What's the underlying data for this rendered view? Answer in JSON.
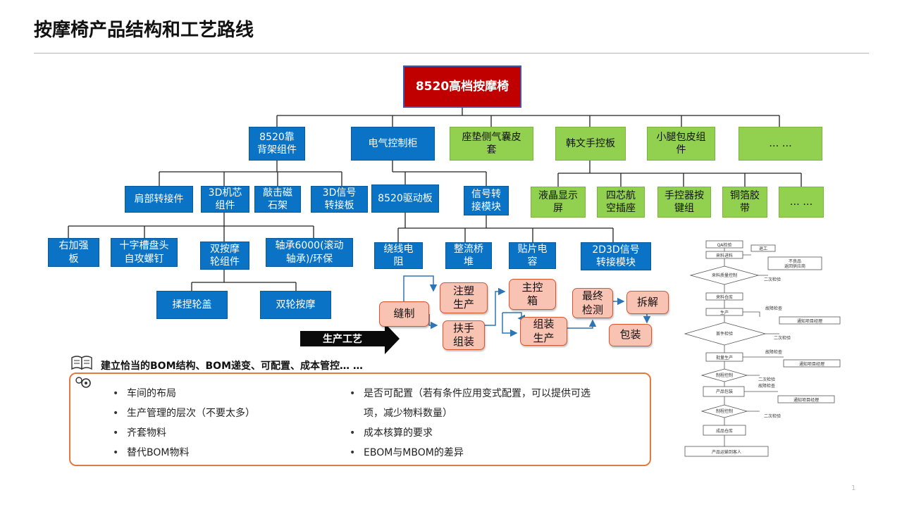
{
  "title": "按摩椅产品结构和工艺路线",
  "root": "8520高档按摩椅",
  "level1": {
    "backrest": "8520靠\n背架组件",
    "control_cabinet": "电气控制柜",
    "seat_airbag": "座垫侧气囊皮\n套",
    "remote": "韩文手控板",
    "calf": "小腿包皮组\n件",
    "more": "… …"
  },
  "backrest_children": {
    "shoulder": "肩部转接件",
    "core": "3D机芯\n组件",
    "tapping": "敲击磁\n石架",
    "signal3d": "3D信号\n转接板"
  },
  "core_children": {
    "right_plate": "右加强\n板",
    "screw": "十字槽盘头\n自攻螺钉",
    "dual_wheel": "双按摩\n轮组件",
    "bearing": "轴承6000(滚动\n轴承)/环保"
  },
  "wheel_children": {
    "cover": "揉捏轮盖",
    "dual": "双轮按摩"
  },
  "cabinet_children": {
    "driver": "8520驱动板",
    "signal_module": "信号转\n接模块"
  },
  "driver_children": {
    "wire_res": "绕线电\n阻",
    "bridge": "整流桥\n堆",
    "smd_cap": "贴片电\n容",
    "module_2d3d": "2D3D信号\n转接模块"
  },
  "remote_children": {
    "lcd": "液晶显示\n屏",
    "aviation": "四芯航\n空插座",
    "button": "手控器按\n键组",
    "foil": "铜箔胶\n带",
    "more": "… …"
  },
  "process": {
    "sewing": "缝制",
    "injection": "注塑\n生产",
    "assembly": "扶手\n组装",
    "main_box": "主控\n箱",
    "assembly_prod": "组装\n生产",
    "final_test": "最终\n检测",
    "disassemble": "拆解",
    "packing": "包装",
    "arrow_label": "生产工艺"
  },
  "bom_heading": "建立恰当的BOM结构、BOM递变、可配置、成本管控… …",
  "bullets_left": [
    "车间的布局",
    "生产管理的层次（不要太多）",
    "齐套物料",
    "替代BOM物料"
  ],
  "bullets_right": [
    "是否可配置（若有条件应用变式配置，可以提供可选\n项，减少物料数量）",
    "成本核算的要求",
    "EBOM与MBOM的差异"
  ],
  "flowchart": {
    "qa": "QA检验",
    "incoming": "来料进料",
    "return": "退工",
    "reject": "不良品\n返回供应商",
    "iqc": "来料质量控制",
    "recheck1": "二次检验",
    "warehouse": "来料仓库",
    "production": "生产",
    "fault1": "故障检查",
    "notify1": "通知项目经理",
    "first_check": "首件检验",
    "recheck2": "二次检验",
    "mass": "批量生产",
    "fault2": "故障检查",
    "notify2": "通知项目经理",
    "process_ctrl": "制程控制",
    "recheck3": "二次检验",
    "fault3": "故障检查",
    "packing": "产品包装",
    "notify3": "通知项目经理",
    "process_ctrl2": "制程控制",
    "recheck4": "二次检验",
    "finished": "成品仓库",
    "shipping": "产品运输到客人"
  },
  "page_number": "1"
}
